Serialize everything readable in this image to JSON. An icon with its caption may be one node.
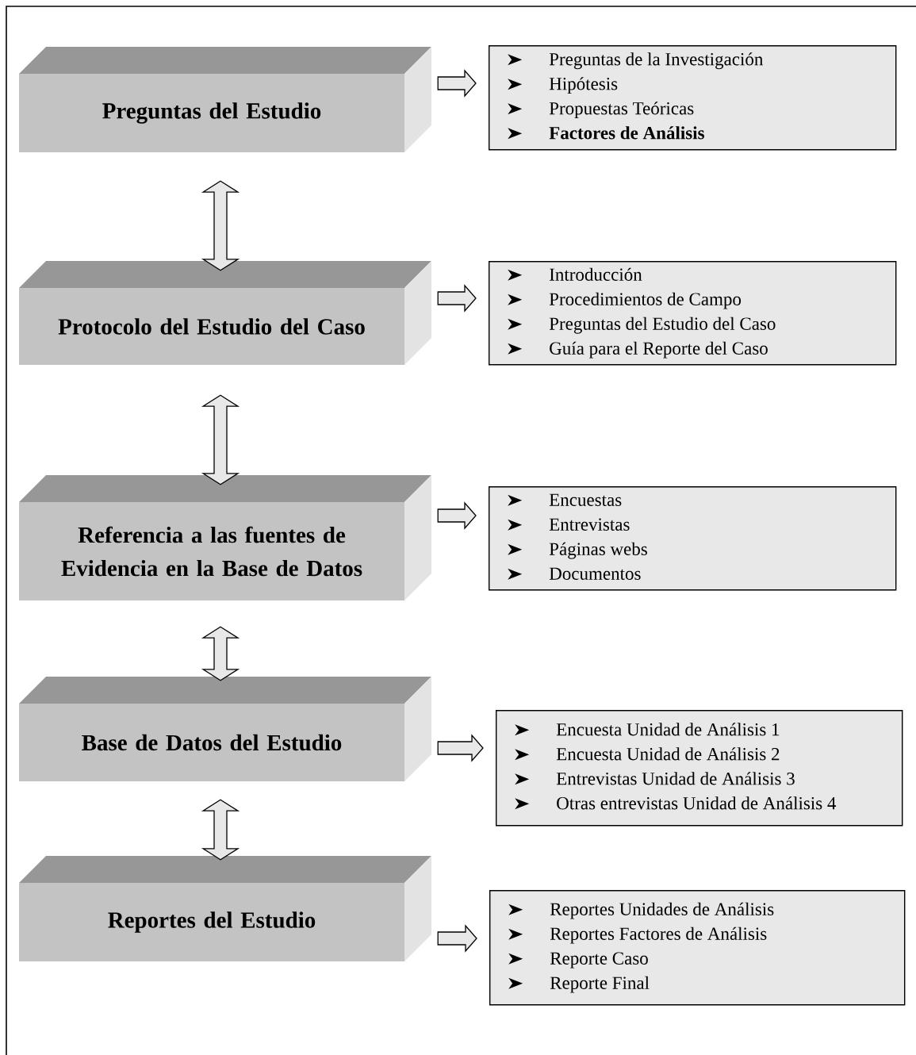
{
  "diagram": {
    "nodes": [
      {
        "text": [
          "Preguntas del Estudio"
        ]
      },
      {
        "text": [
          "Preguntas de la Investigación",
          "Hipótesis",
          "Propuestas Teóricas",
          "**Factores de Análisis**"
        ]
      },
      {
        "text": [
          "Protocolo  del Estudio del Caso"
        ]
      },
      {
        "text": [
          "Introducción",
          "Procedimientos de Campo",
          "Preguntas del Estudio del Caso",
          "Guía para el Reporte del Caso"
        ]
      },
      {
        "text": [
          "Referencia a las fuentes de Evidencia en la Base de Datos"
        ]
      },
      {
        "text": [
          "Encuestas",
          "Entrevistas",
          "Páginas webs",
          "Documentos"
        ]
      },
      {
        "text": [
          "Base de Datos del Estudio"
        ]
      },
      {
        "text": [
          "Encuesta Unidad de Análisis 1",
          "Encuesta Unidad de Análisis 2",
          "Entrevistas Unidad de Análisis 3",
          "Otras entrevistas Unidad de Análisis 4"
        ]
      },
      {
        "text": [
          "Reportes  del Estudio"
        ]
      },
      {
        "text": [
          "Reportes Unidades de Análisis",
          "Reportes Factores de Análisis",
          "Reporte Caso",
          "Reporte Final"
        ]
      }
    ],
    "edges": [
      {
        "from": 0,
        "to": 1,
        "arrow": "to"
      },
      {
        "from": 2,
        "to": 3,
        "arrow": "to"
      },
      {
        "from": 4,
        "to": 5,
        "arrow": "to"
      },
      {
        "from": 6,
        "to": 7,
        "arrow": "to"
      },
      {
        "from": 8,
        "to": 9,
        "arrow": "to"
      },
      {
        "from": 0,
        "to": 2,
        "arrow": "both"
      },
      {
        "from": 2,
        "to": 4,
        "arrow": "both"
      },
      {
        "from": 4,
        "to": 6,
        "arrow": "both"
      },
      {
        "from": 6,
        "to": 8,
        "arrow": "both"
      }
    ]
  }
}
